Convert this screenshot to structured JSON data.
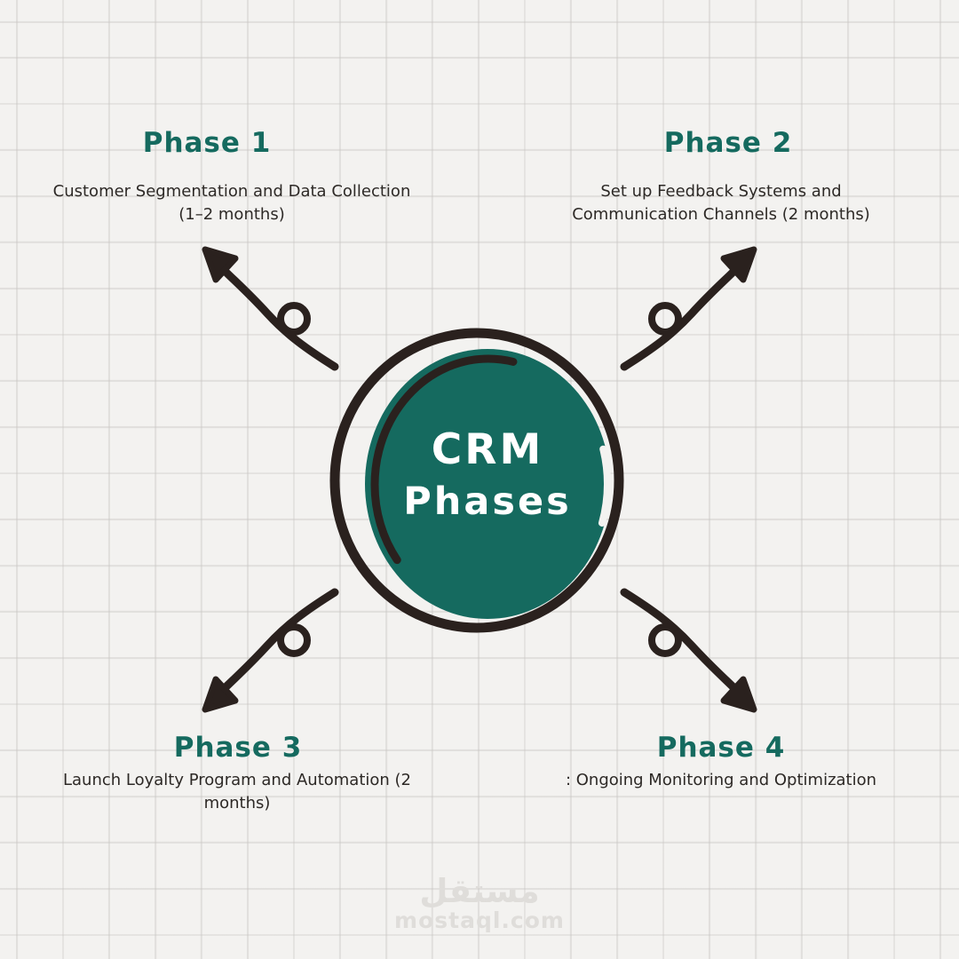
{
  "center": {
    "line1": "CRM",
    "line2": "Phases"
  },
  "phases": [
    {
      "title": "Phase 1",
      "description": "Customer Segmentation and Data Collection (1–2 months)",
      "lines": [
        "Customer Segmentation and Data Collection",
        "(1–2 months)"
      ]
    },
    {
      "title": "Phase 2",
      "description": "Set up Feedback Systems and Communication Channels (2 months)",
      "lines": [
        "Set up Feedback Systems and",
        "Communication Channels (2 months)"
      ]
    },
    {
      "title": "Phase 3",
      "description": "Launch Loyalty Program and Automation (2 months)",
      "lines": [
        "Launch Loyalty Program and Automation (2",
        "months)"
      ]
    },
    {
      "title": "Phase 4",
      "description": ": Ongoing Monitoring and Optimization",
      "lines": [
        ": Ongoing Monitoring and Optimization"
      ]
    }
  ],
  "watermark": {
    "logo": "مستقل",
    "domain": "mostaql.com"
  },
  "colors": {
    "teal": "#156a5f",
    "ink": "#2a211e",
    "paper": "#f3f2f0",
    "text": "#2d2926",
    "grid_line": "#d8d6d3",
    "watermark": "#dfddda"
  }
}
